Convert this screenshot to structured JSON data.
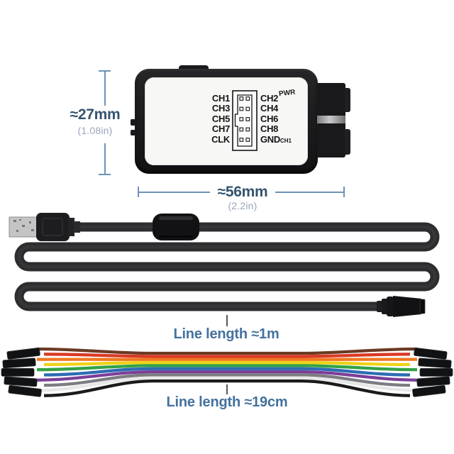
{
  "device": {
    "pwr_label": "PWR",
    "left_pins": [
      "CH1",
      "CH3",
      "CH5",
      "CH7",
      "CLK"
    ],
    "right_pins": [
      "CH2",
      "CH4",
      "CH6",
      "CH8",
      "GND"
    ],
    "gnd_note": "CH1"
  },
  "dimensions": {
    "height_value": "≈27mm",
    "height_inches": "(1.08in)",
    "width_value": "≈56mm",
    "width_inches": "(2.2in)"
  },
  "usb_cable": {
    "length_label": "Line length ≈1m"
  },
  "ribbon_cable": {
    "length_label": "Line length ≈19cm",
    "wire_colors": [
      "#6b3a24",
      "#d93a26",
      "#ee7722",
      "#f0d218",
      "#33a246",
      "#2d6cb4",
      "#7b3f98",
      "#7c7c82",
      "#e8e8e8",
      "#1a1a1a"
    ]
  },
  "colors": {
    "dimension_line": "#6d92b8",
    "dimension_text": "#35536e",
    "dimension_subtext": "#98a6b8",
    "length_text": "#44719f",
    "leader_line": "#565656",
    "device_case": "#1b1b1d",
    "device_label": "#f7f7f6",
    "cable": "#2d2d2f"
  }
}
